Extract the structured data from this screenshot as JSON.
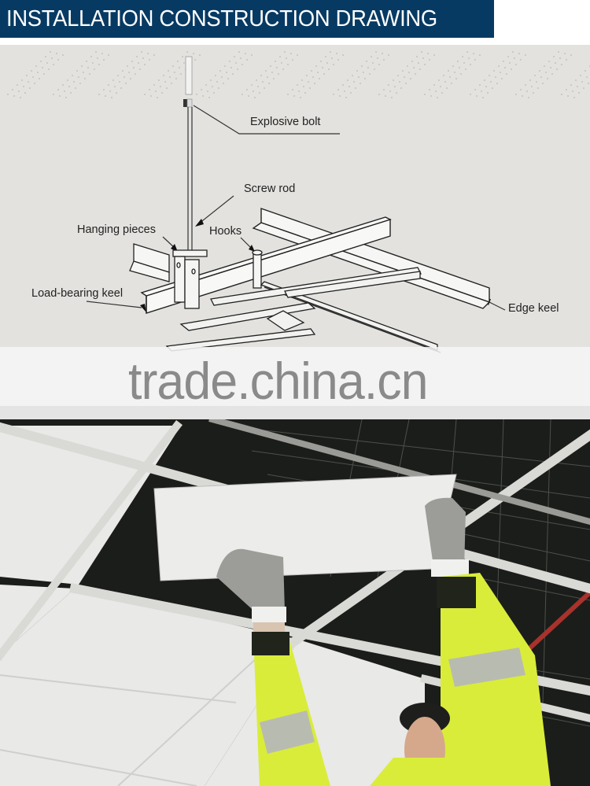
{
  "header": {
    "title": "INSTALLATION CONSTRUCTION DRAWING",
    "background_color": "#073a63",
    "text_color": "#ffffff"
  },
  "diagram": {
    "background_color": "#e3e2df",
    "labels": {
      "explosive_bolt": "Explosive bolt",
      "screw_rod": "Screw rod",
      "hanging_pieces": "Hanging pieces",
      "hooks": "Hooks",
      "load_bearing_keel": "Load-bearing keel",
      "edge_keel": "Edge keel"
    }
  },
  "watermark": {
    "text": "trade.china.cn"
  },
  "photo": {
    "description": "Worker in high-visibility yellow jacket and grey gloves installing a ceiling tile into a suspended T-bar grid",
    "colors": {
      "jacket": "#d9ec3a",
      "reflective_strip": "#b8bcb0",
      "tile": "#e9e9e7",
      "grid": "#d9d9d5",
      "void": "#1b1d1a",
      "pipe_red": "#a8322c"
    }
  }
}
